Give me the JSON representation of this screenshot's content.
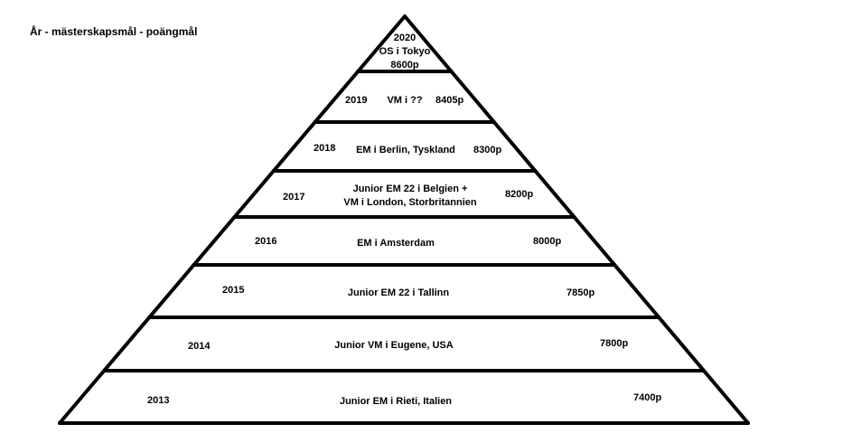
{
  "heading": "År - mästerskapsmål - poängmål",
  "levels": [
    {
      "year": "2020",
      "goal": [
        "OS i Tokyo"
      ],
      "points": "8600p"
    },
    {
      "year": "2019",
      "goal": [
        "VM i ??"
      ],
      "points": "8405p"
    },
    {
      "year": "2018",
      "goal": [
        "EM i Berlin, Tyskland"
      ],
      "points": "8300p"
    },
    {
      "year": "2017",
      "goal": [
        "Junior EM 22 i Belgien +",
        "VM i London, Storbritannien"
      ],
      "points": "8200p"
    },
    {
      "year": "2016",
      "goal": [
        "EM i Amsterdam"
      ],
      "points": "8000p"
    },
    {
      "year": "2015",
      "goal": [
        "Junior EM 22 i Tallinn"
      ],
      "points": "7850p"
    },
    {
      "year": "2014",
      "goal": [
        "Junior VM i Eugene, USA"
      ],
      "points": "7800p"
    },
    {
      "year": "2013",
      "goal": [
        "Junior EM i Rieti, Italien"
      ],
      "points": "7400p"
    }
  ]
}
